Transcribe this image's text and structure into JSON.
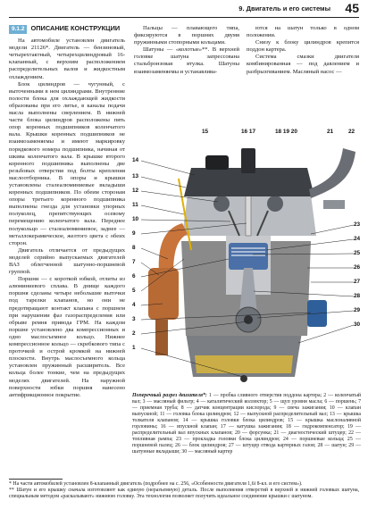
{
  "header": {
    "chapter": "9. Двигатель и его системы",
    "page_number": "45"
  },
  "section": {
    "number": "9.1.2",
    "title": "ОПИСАНИЕ КОНСТРУКЦИИ"
  },
  "left_column": [
    "На автомобиле установлен двигатель модели 21126*. Двигатель — бензиновый, четырехтактный, четырехцилиндровый 16-клапанный, с верхним расположением распределительных валов и жидкостным охлаждением.",
    "Блок цилиндров — чугунный, с выточенными в нем цилиндрами. Внутренние полости блока для охлаждающей жидкости образованы при его литье, в каналы подачи масла выполнены сверлением. В нижней части блока цилиндров расположены пять опор коренных подшипников коленчатого вала. Крышки коренных подшипников не взаимозаменяемы и имеют маркировку порядкового номера подшипника, начиная от шкива коленчатого вала. В крышке второго коренного подшипника выполнены две резьбовых отверстия под болты крепления маслоотборника. В опоры и крышки установлены сталеалюминиевые вкладыши коренных подшипников. По обеим сторонам опоры третьего коренного подшипника выполнены гнезда для установки упорных полуколец, препятствующих осевому перемещению коленчатого вала. Переднее полукольцо — сталеалюминиевое, заднее — металлокерамическое, желтого цвета с обеих сторон.",
    "Двигатель отличается от предыдущих моделей серийно выпускаемых двигателей ВАЗ облегченной шатунно-поршневой группой.",
    "Поршни — с короткой юбкой, отлиты из алюминиевого сплава. В днище каждого поршня сделаны четыре небольшие выточки под тарелки клапанов, но они не предотвращают контакт клапана с поршнем при нарушении фаз газораспределения или обрыве ремня привода ГРМ. На каждом поршне установлено два компрессионных и одно маслосъемное кольцо. Нижнее компрессионное кольцо — скребкового типа с проточкой и острой кромкой на нижней плоскости. Внутрь маслосъемного кольца установлен пружинный расширитель. Все кольца более тонкие, чем на предыдущих моделях двигателей. На наружной поверхности юбки поршня нанесено антифрикционное покрытие."
  ],
  "middle_column": [
    "Пальцы — плавающего типа, фиксируются в поршнях двумя пружинными стопорными кольцами.",
    "Шатуны — «колотые»**. В верхней головке шатуна запрессована стальбронзовая втулка. Шатуны взаимозаменяемы и устанавлива-"
  ],
  "right_column": [
    "ются на шатун только в одном положении.",
    "Снизу к блоку цилиндров крепится поддон картера.",
    "Система смазки двигателя комбинированная — под давлением и разбрызгиванием. Масляный насос —"
  ],
  "figure_callouts": {
    "top": [
      "15",
      "16 17",
      "18 19 20",
      "21",
      "22"
    ],
    "left": [
      "14",
      "13",
      "12",
      "11",
      "10",
      "9",
      "8",
      "7",
      "6",
      "5",
      "4",
      "3",
      "2",
      "1"
    ],
    "right": [
      "23",
      "24",
      "25",
      "26",
      "27",
      "28",
      "29",
      "30"
    ]
  },
  "caption": {
    "title": "Поперечный разрез двигателя*:",
    "text": "1 — пробка сливного отверстия поддона картера; 2 — коленчатый вал; 3 — масляный фильтр; 4 — каталитический коллектор; 5 — щуп уровня масла; 6 — поршень; 7 — приемная труба; 8 — датчик концентрации кислорода; 9 — свеча зажигания; 10 — клапан выпускной; 11 — головка блока цилиндров; 12 — выпускной распределительный вал; 13 — крышка толкателя клапанов; 14 — крышка головки блока цилиндров; 15 — крышка маслоналивной горловины; 16 — впускной клапан; 17 — катушка зажигания; 18 — гидрокомпенсатор; 19 — распределительный вал впускных клапанов; 20 — форсунка; 21 — диагностический штуцер; 22 — топливная рампа; 23 — прокладка головки блока цилиндров; 24 — поршневые кольца; 25 — поршневой палец; 26 — блок цилиндров; 27 — штуцер отвода картерных газов; 28 — шатун; 29 — шатунные вкладыши; 30 — масляный картер"
  },
  "footnotes": [
    "* На части автомобилей установлен 8-клапанный двигатель (подробнее на с. 256, «Особенности двигателя 1,6i 8-кл. и его систем»).",
    "** Шатун и его крышку сначала изготовляют как единую (неразъемную) деталь. После выполнения отверстий в верхней и нижней головках шатуна, специальным методом «раскалывают» нижнюю головку. Эта технология позволяет получить идеальное соединение крышки с шатуном."
  ],
  "colors": {
    "section_badge": "#6fb0d4",
    "block_grey": "#8a8a8a",
    "head_silver": "#b9bcc0",
    "cover_dark": "#3d4044",
    "manifold_orange": "#c8743a",
    "piston_blue": "#4b70a8",
    "oil_yellow": "#d8b53c"
  }
}
